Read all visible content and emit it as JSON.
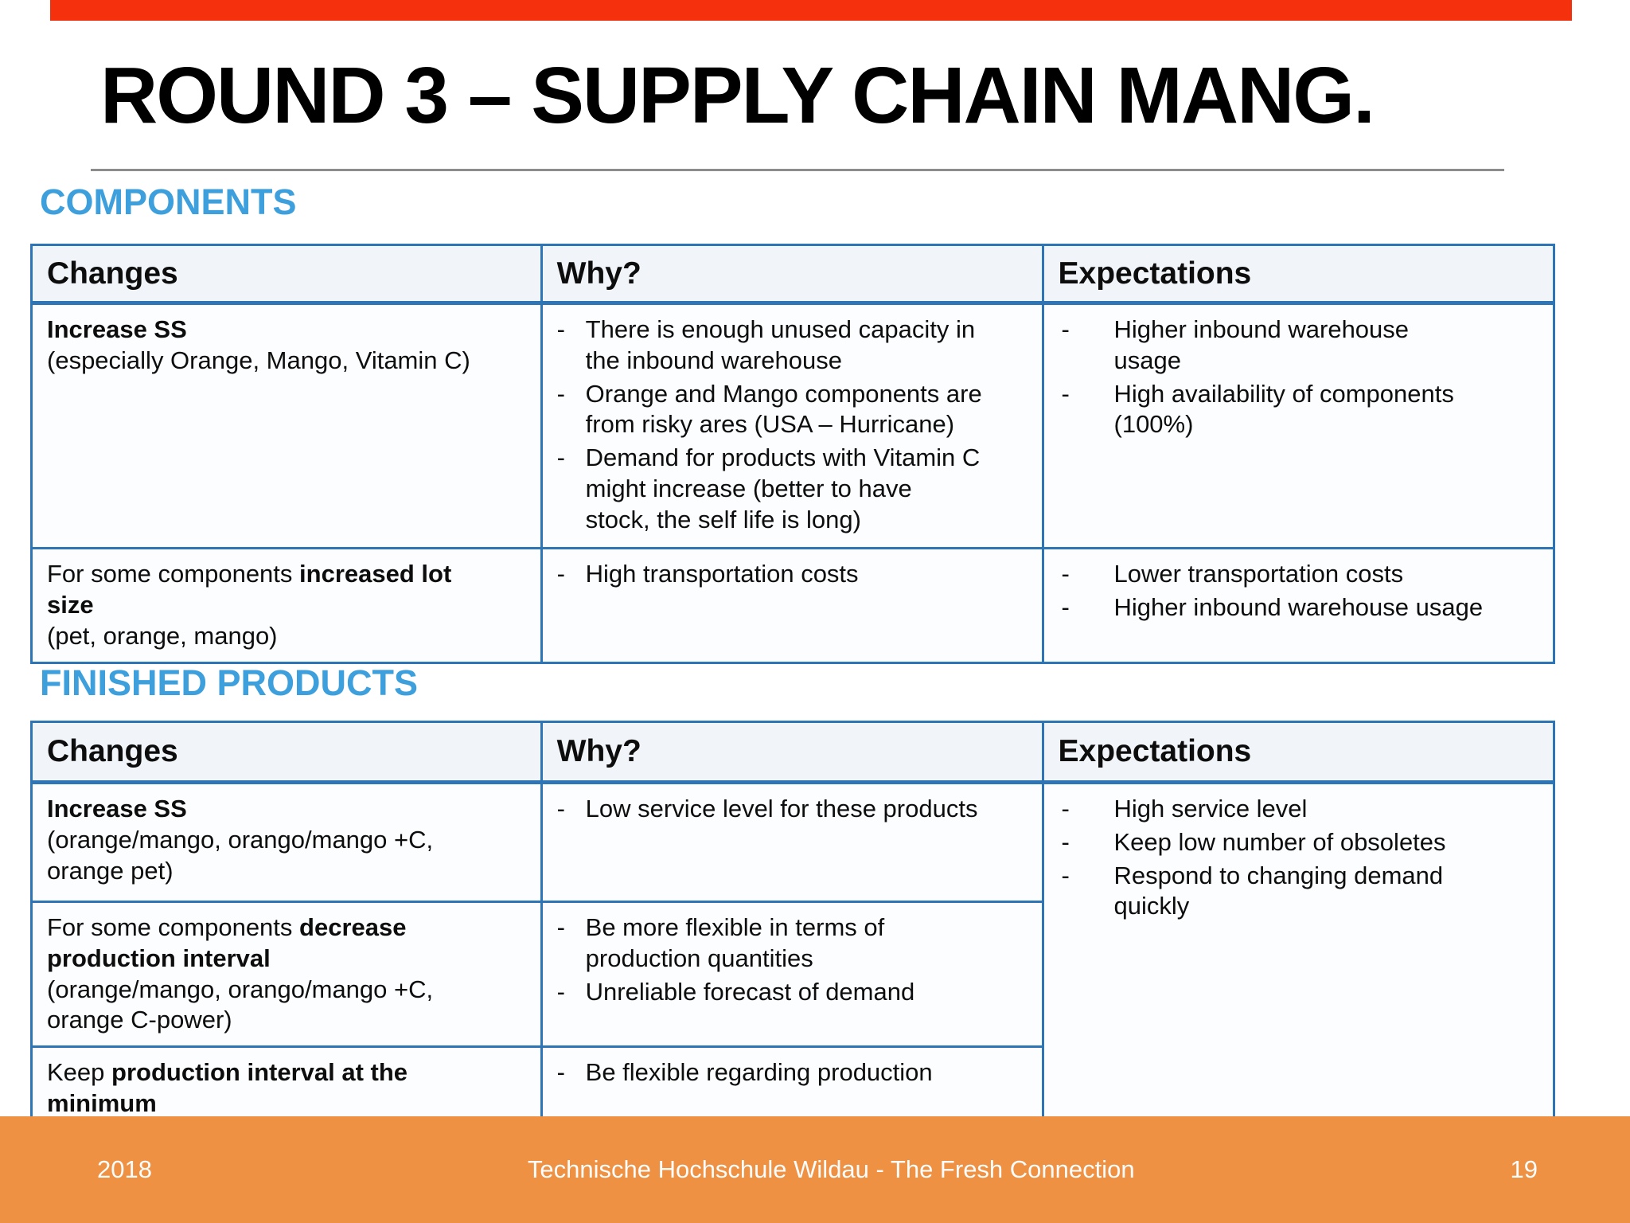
{
  "slide": {
    "title": "ROUND 3 – SUPPLY CHAIN MANG."
  },
  "colors": {
    "top_bar_red": "#f5300c",
    "footer_background_orange": "#ef9143",
    "table_border_blue": "#2e75b6",
    "section_heading_blue": "#3da0dc"
  },
  "sections": [
    {
      "id": "components",
      "heading": "COMPONENTS",
      "columns": [
        "Changes",
        "Why?",
        "Expectations"
      ],
      "rows": [
        {
          "changes": [
            [
              {
                "t": "Increase SS",
                "b": true
              }
            ],
            [
              {
                "t": "(especially Orange, Mango, Vitamin C)",
                "b": false
              }
            ]
          ],
          "why": [
            "There is enough unused capacity in\nthe inbound warehouse",
            "Orange and Mango components are\nfrom risky ares (USA – Hurricane)",
            "Demand for products with Vitamin C\nmight increase (better to have\nstock, the self life is long)"
          ],
          "expectations": {
            "rowspan": 1,
            "bullets": [
              "Higher inbound warehouse\nusage",
              "High availability of components\n(100%)"
            ]
          }
        },
        {
          "changes": [
            [
              {
                "t": "For some components ",
                "b": false
              },
              {
                "t": "increased lot\nsize",
                "b": true
              }
            ],
            [
              {
                "t": "(pet, orange, mango)",
                "b": false
              }
            ]
          ],
          "why": [
            "High transportation costs"
          ],
          "expectations": {
            "rowspan": 1,
            "bullets": [
              "Lower transportation costs",
              "Higher inbound warehouse usage"
            ]
          }
        }
      ]
    },
    {
      "id": "finished-products",
      "heading": "FINISHED PRODUCTS",
      "columns": [
        "Changes",
        "Why?",
        "Expectations"
      ],
      "rows": [
        {
          "changes": [
            [
              {
                "t": "Increase SS",
                "b": true
              }
            ],
            [
              {
                "t": "(orange/mango, orango/mango +C,\norange pet)",
                "b": false
              }
            ]
          ],
          "why": [
            "Low service level for these products"
          ],
          "expectations": {
            "rowspan": 3,
            "bullets": [
              "High service level",
              "Keep low number of obsoletes",
              "Respond to changing demand\nquickly"
            ]
          }
        },
        {
          "changes": [
            [
              {
                "t": "For some components ",
                "b": false
              },
              {
                "t": "decrease\nproduction interval",
                "b": true
              }
            ],
            [
              {
                "t": "(orange/mango, orango/mango +C,\norange C-power)",
                "b": false
              }
            ]
          ],
          "why": [
            "Be more flexible in terms of\nproduction quantities",
            "Unreliable forecast of demand"
          ],
          "expectations": null
        },
        {
          "changes": [
            [
              {
                "t": "Keep ",
                "b": false
              },
              {
                "t": "production interval at the\nminimum",
                "b": true
              }
            ]
          ],
          "why": [
            "Be flexible regarding production"
          ],
          "expectations": null
        }
      ]
    }
  ],
  "footer": {
    "year": "2018",
    "center": "Technische Hochschule Wildau - The Fresh Connection",
    "page": "19"
  }
}
